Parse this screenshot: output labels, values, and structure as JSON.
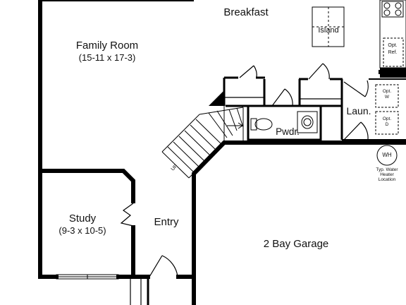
{
  "rooms": {
    "breakfast": {
      "name": "Breakfast"
    },
    "family_room": {
      "name": "Family Room",
      "dims": "(15-11 x 17-3)"
    },
    "island": {
      "name": "Island"
    },
    "study": {
      "name": "Study",
      "dims": "(9-3 x 10-5)"
    },
    "entry": {
      "name": "Entry"
    },
    "powder": {
      "name": "Pwdr."
    },
    "laundry": {
      "name": "Laun."
    },
    "garage": {
      "name": "2 Bay Garage"
    }
  },
  "appliances": {
    "fridge": {
      "line1": "Opt.",
      "line2": "Ref."
    },
    "washer": {
      "line1": "Opt.",
      "line2": "W"
    },
    "dryer": {
      "line1": "Opt.",
      "line2": "D"
    },
    "water_heater": {
      "symbol": "WH",
      "line1": "Typ. Water",
      "line2": "Heater",
      "line3": "Location"
    }
  },
  "stairs": {
    "direction": "UP"
  }
}
